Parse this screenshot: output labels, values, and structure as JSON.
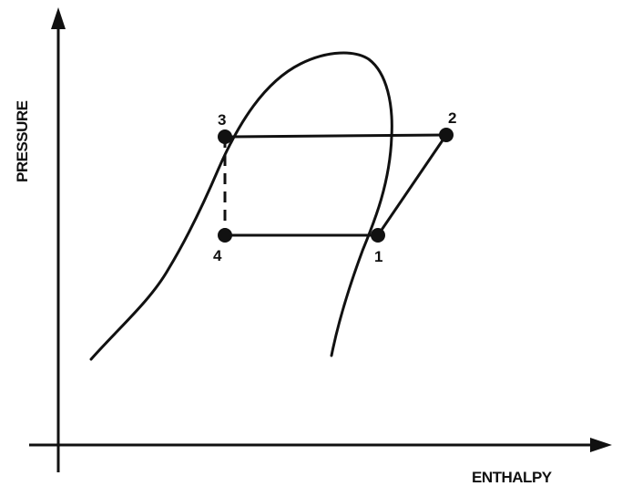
{
  "axes": {
    "x_label": "ENTHALPY",
    "y_label": "PRESSURE"
  },
  "points": {
    "p1": "1",
    "p2": "2",
    "p3": "3",
    "p4": "4"
  },
  "colors": {
    "ink": "#111111",
    "background": "#ffffff"
  }
}
